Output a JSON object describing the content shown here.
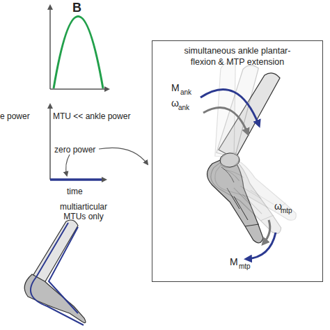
{
  "diagram": {
    "nodes": [
      {
        "text": [
          "simultaneous ankle plantar- flexion & MTP extension"
        ]
      }
    ],
    "labels": [
      "B",
      "e power",
      "MTU << ankle power",
      "zero power",
      "time",
      "multiarticular MTUs only",
      "M",
      "ank",
      "ω",
      "ank",
      "ω",
      "mtp",
      "M",
      "mtp"
    ]
  }
}
